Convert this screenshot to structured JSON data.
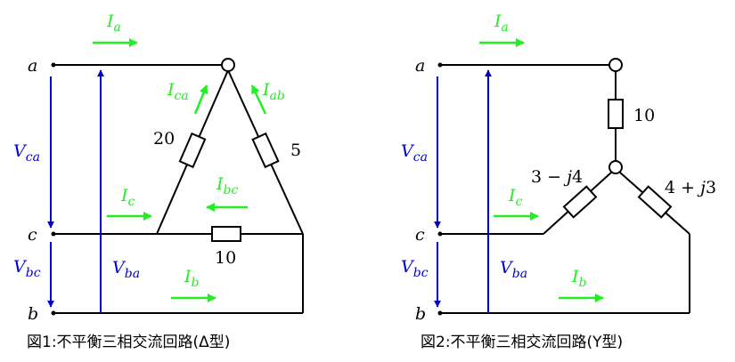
{
  "colors": {
    "wire": "#000000",
    "current": "#22ee22",
    "voltage": "#0000cc"
  },
  "fig1": {
    "caption": "図1:不平衡三相交流回路(Δ型)",
    "nodes": {
      "a": "a",
      "b": "b",
      "c": "c"
    },
    "currents": {
      "Ia": "I",
      "Ia_sub": "a",
      "Ib": "I",
      "Ib_sub": "b",
      "Ic": "I",
      "Ic_sub": "c",
      "Iab": "I",
      "Iab_sub": "ab",
      "Ibc": "I",
      "Ibc_sub": "bc",
      "Ica": "I",
      "Ica_sub": "ca"
    },
    "voltages": {
      "Vca": "V",
      "Vca_sub": "ca",
      "Vbc": "V",
      "Vbc_sub": "bc",
      "Vba": "V",
      "Vba_sub": "ba"
    },
    "impedances": {
      "ca": "20",
      "ab": "5",
      "bc": "10"
    }
  },
  "fig2": {
    "caption": "図2:不平衡三相交流回路(Y型)",
    "nodes": {
      "a": "a",
      "b": "b",
      "c": "c"
    },
    "currents": {
      "Ia": "I",
      "Ia_sub": "a",
      "Ib": "I",
      "Ib_sub": "b",
      "Ic": "I",
      "Ic_sub": "c"
    },
    "voltages": {
      "Vca": "V",
      "Vca_sub": "ca",
      "Vbc": "V",
      "Vbc_sub": "bc",
      "Vba": "V",
      "Vba_sub": "ba"
    },
    "impedances": {
      "a_num": "10",
      "c_re": "3 − ",
      "c_j": "j",
      "c_im": "4",
      "b_re": "4 + ",
      "b_j": "j",
      "b_im": "3"
    }
  }
}
